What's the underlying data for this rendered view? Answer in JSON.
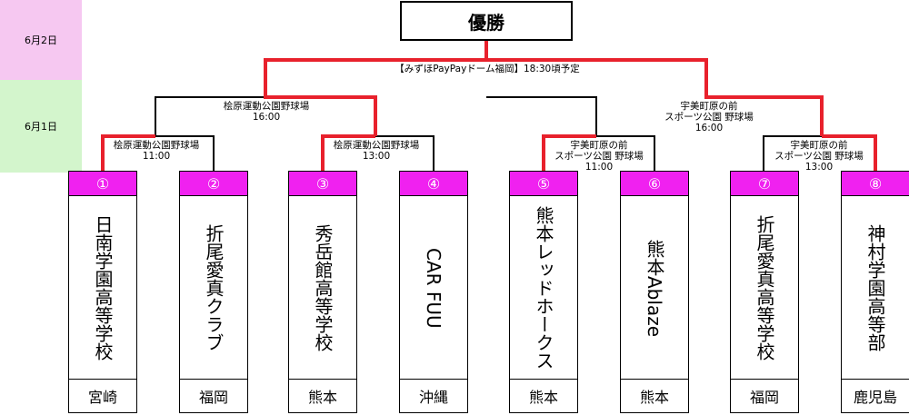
{
  "dates": {
    "final": "6月2日",
    "first": "6月1日"
  },
  "final": {
    "label": "優勝",
    "venue": "【みずほPayPayドーム福岡】18:30頃予定"
  },
  "semis": [
    {
      "venue": "桧原運動公園野球場",
      "time": "16:00"
    },
    {
      "venue": "宇美町原の前\nスポーツ公園 野球場",
      "time": "16:00"
    }
  ],
  "quarters": [
    {
      "venue": "桧原運動公園野球場",
      "time": "11:00"
    },
    {
      "venue": "桧原運動公園野球場",
      "time": "13:00"
    },
    {
      "venue": "宇美町原の前\nスポーツ公園 野球場",
      "time": "11:00"
    },
    {
      "venue": "宇美町原の前\nスポーツ公園 野球場",
      "time": "13:00"
    }
  ],
  "teams": [
    {
      "num": "①",
      "name": "日南学園高等学校",
      "pref": "宮崎"
    },
    {
      "num": "②",
      "name": "折尾愛真クラブ",
      "pref": "福岡"
    },
    {
      "num": "③",
      "name": "秀岳館高等学校",
      "pref": "熊本"
    },
    {
      "num": "④",
      "name": "CAR FUU",
      "pref": "沖縄"
    },
    {
      "num": "⑤",
      "name": "熊本レッドホークス",
      "pref": "熊本"
    },
    {
      "num": "⑥",
      "name": "熊本Ablaze",
      "pref": "熊本"
    },
    {
      "num": "⑦",
      "name": "折尾愛真高等学校",
      "pref": "福岡"
    },
    {
      "num": "⑧",
      "name": "神村学園高等部",
      "pref": "鹿児島"
    }
  ],
  "colors": {
    "winner_line": "#e8212c",
    "number_header": "#f021f0",
    "date_final_bg": "#f6c8f1",
    "date_first_bg": "#d3f5cc"
  }
}
